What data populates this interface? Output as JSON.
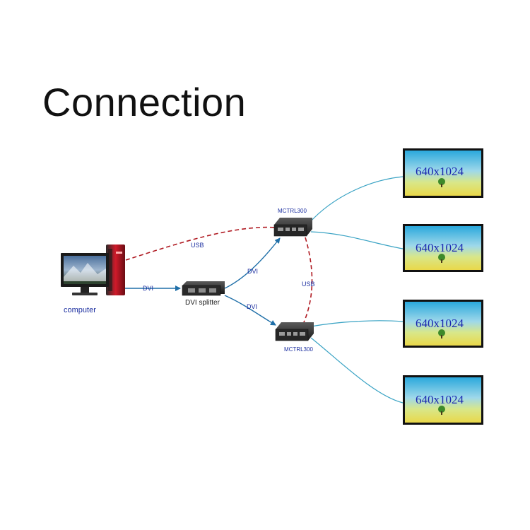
{
  "title": "Connection",
  "devices": {
    "computer": "computer",
    "splitter": "DVI splitter",
    "controller_top": "MCTRL300",
    "controller_bottom": "MCTRL300"
  },
  "links": {
    "usb_computer": "USB",
    "dvi_computer": "DVI",
    "dvi_top": "DVI",
    "dvi_bottom": "DVI",
    "usb_controllers": "USB"
  },
  "screens": [
    {
      "resolution": "640x1024"
    },
    {
      "resolution": "640x1024"
    },
    {
      "resolution": "640x1024"
    },
    {
      "resolution": "640x1024"
    }
  ],
  "colors": {
    "dvi_line": "#1f6fa8",
    "usb_line": "#b01a22",
    "output_line": "#3aa3c4",
    "label_blue": "#1c2fa0"
  }
}
